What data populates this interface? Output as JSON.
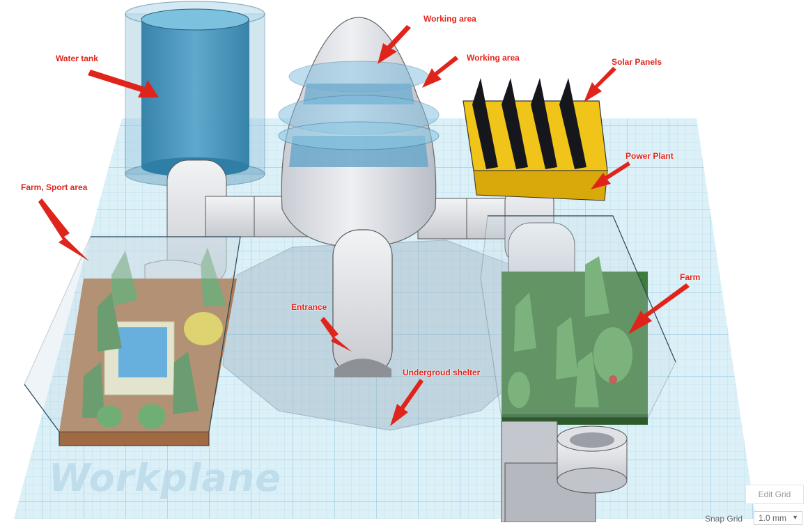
{
  "labels": {
    "working_area_top": "Working area",
    "working_area_mid": "Working area",
    "water_tank": "Water tank",
    "solar_panels": "Solar Panels",
    "power_plant": "Power Plant",
    "farm_sport_area": "Farm, Sport area",
    "entrance": "Entrance",
    "farm": "Farm",
    "underground_shelter": "Undergroud shelter"
  },
  "workplane": {
    "label": "Workplane"
  },
  "controls": {
    "edit_grid_label": "Edit Grid",
    "snap_grid_label": "Snap Grid",
    "snap_grid_value": "1.0 mm"
  },
  "colors": {
    "callout": "#e0241b",
    "workplane_grid": "#9ecfe4",
    "water_tank": "#3f8fb7",
    "solar_frame": "#f0c419",
    "farm_green": "#3f7c3a",
    "sport_ground": "#b07a4f"
  }
}
